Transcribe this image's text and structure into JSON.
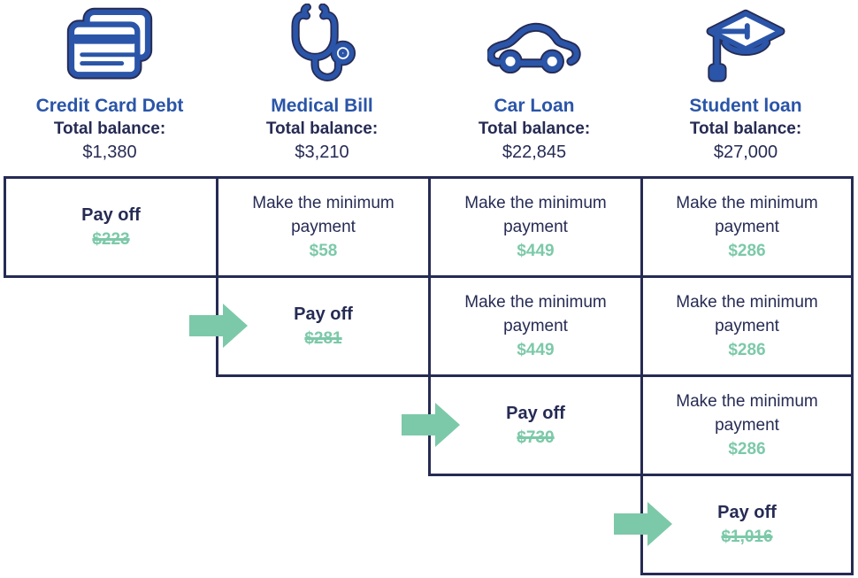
{
  "palette": {
    "blue": "#2a55a8",
    "navy": "#262b54",
    "teal": "#7cc9a9"
  },
  "header": {
    "columns": [
      {
        "icon": "credit-card-icon",
        "title": "Credit Card Debt",
        "balance_label": "Total balance:",
        "balance": "$1,380"
      },
      {
        "icon": "stethoscope-icon",
        "title": "Medical Bill",
        "balance_label": "Total balance:",
        "balance": "$3,210"
      },
      {
        "icon": "car-icon",
        "title": "Car Loan",
        "balance_label": "Total balance:",
        "balance": "$22,845"
      },
      {
        "icon": "graduation-cap-icon",
        "title": "Student loan",
        "balance_label": "Total balance:",
        "balance": "$27,000"
      }
    ]
  },
  "grid": {
    "pay_off_label": "Pay off",
    "minimum_label": "Make the minimum payment",
    "rows": [
      {
        "step": 1,
        "arrow_col": null,
        "cells": [
          {
            "col": 0,
            "type": "payoff",
            "amount": "$223"
          },
          {
            "col": 1,
            "type": "minimum",
            "amount": "$58"
          },
          {
            "col": 2,
            "type": "minimum",
            "amount": "$449"
          },
          {
            "col": 3,
            "type": "minimum",
            "amount": "$286"
          }
        ]
      },
      {
        "step": 2,
        "arrow_col": 1,
        "cells": [
          {
            "col": 1,
            "type": "payoff",
            "amount": "$281"
          },
          {
            "col": 2,
            "type": "minimum",
            "amount": "$449"
          },
          {
            "col": 3,
            "type": "minimum",
            "amount": "$286"
          }
        ]
      },
      {
        "step": 3,
        "arrow_col": 2,
        "cells": [
          {
            "col": 2,
            "type": "payoff",
            "amount": "$730"
          },
          {
            "col": 3,
            "type": "minimum",
            "amount": "$286"
          }
        ]
      },
      {
        "step": 4,
        "arrow_col": 3,
        "cells": [
          {
            "col": 3,
            "type": "payoff",
            "amount": "$1,016"
          }
        ]
      }
    ]
  }
}
